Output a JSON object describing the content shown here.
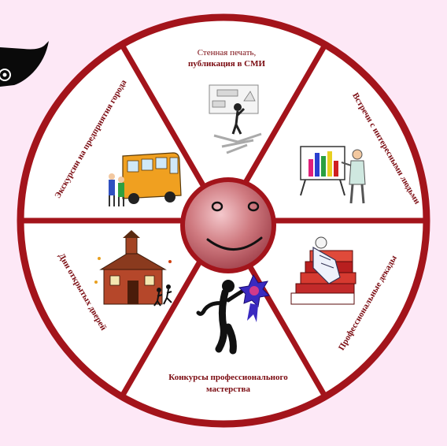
{
  "colors": {
    "background": "#fde8f6",
    "ring": "#a3141b",
    "label": "#7a0a10",
    "smiley": "#c8676e"
  },
  "center": {
    "icon": "smiley-face-icon"
  },
  "segments": [
    {
      "id": "top",
      "lines": [
        "Стенная печать,",
        "публикация в СМИ"
      ],
      "icon": "presenter-clipart-icon"
    },
    {
      "id": "top-right",
      "lines": [
        "Встречи с интересными людьми"
      ],
      "icon": "lecturer-chart-icon"
    },
    {
      "id": "bottom-right",
      "lines": [
        "Профессиональные декады"
      ],
      "icon": "books-figure-icon"
    },
    {
      "id": "bottom",
      "lines": [
        "Конкурсы профессионального",
        "мастерства"
      ],
      "icon": "figure-award-icon"
    },
    {
      "id": "bottom-left",
      "lines": [
        "Дни открытых дверей"
      ],
      "icon": "school-building-icon"
    },
    {
      "id": "top-left",
      "lines": [
        "Экскурсии на предприятия города"
      ],
      "icon": "bus-people-icon"
    }
  ],
  "corner_icon": "black-arrow-icon"
}
